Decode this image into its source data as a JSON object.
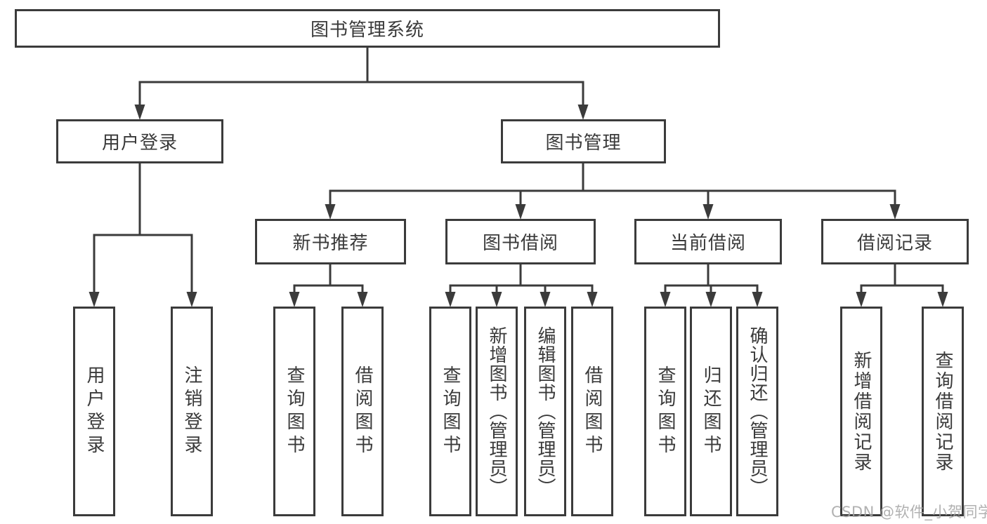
{
  "diagram": {
    "root": "图书管理系统",
    "login": {
      "label": "用户登录",
      "leaves": [
        "用户登录",
        "注销登录"
      ]
    },
    "management": {
      "label": "图书管理",
      "groups": [
        {
          "label": "新书推荐",
          "leaves": [
            "查询图书",
            "借阅图书"
          ]
        },
        {
          "label": "图书借阅",
          "leaves": [
            "查询图书",
            "新增图书（管理员）",
            "编辑图书（管理员）",
            "借阅图书"
          ]
        },
        {
          "label": "当前借阅",
          "leaves": [
            "查询图书",
            "归还图书",
            "确认归还（管理员）"
          ]
        },
        {
          "label": "借阅记录",
          "leaves": [
            "新增借阅记录",
            "查询借阅记录"
          ]
        }
      ]
    },
    "line_color": "#3b3b3b",
    "box_border_color": "#3b3b3b",
    "text_color": "#3a3a3a",
    "background_color": "#ffffff"
  },
  "watermark": "CSDN @软件_小贺同学"
}
